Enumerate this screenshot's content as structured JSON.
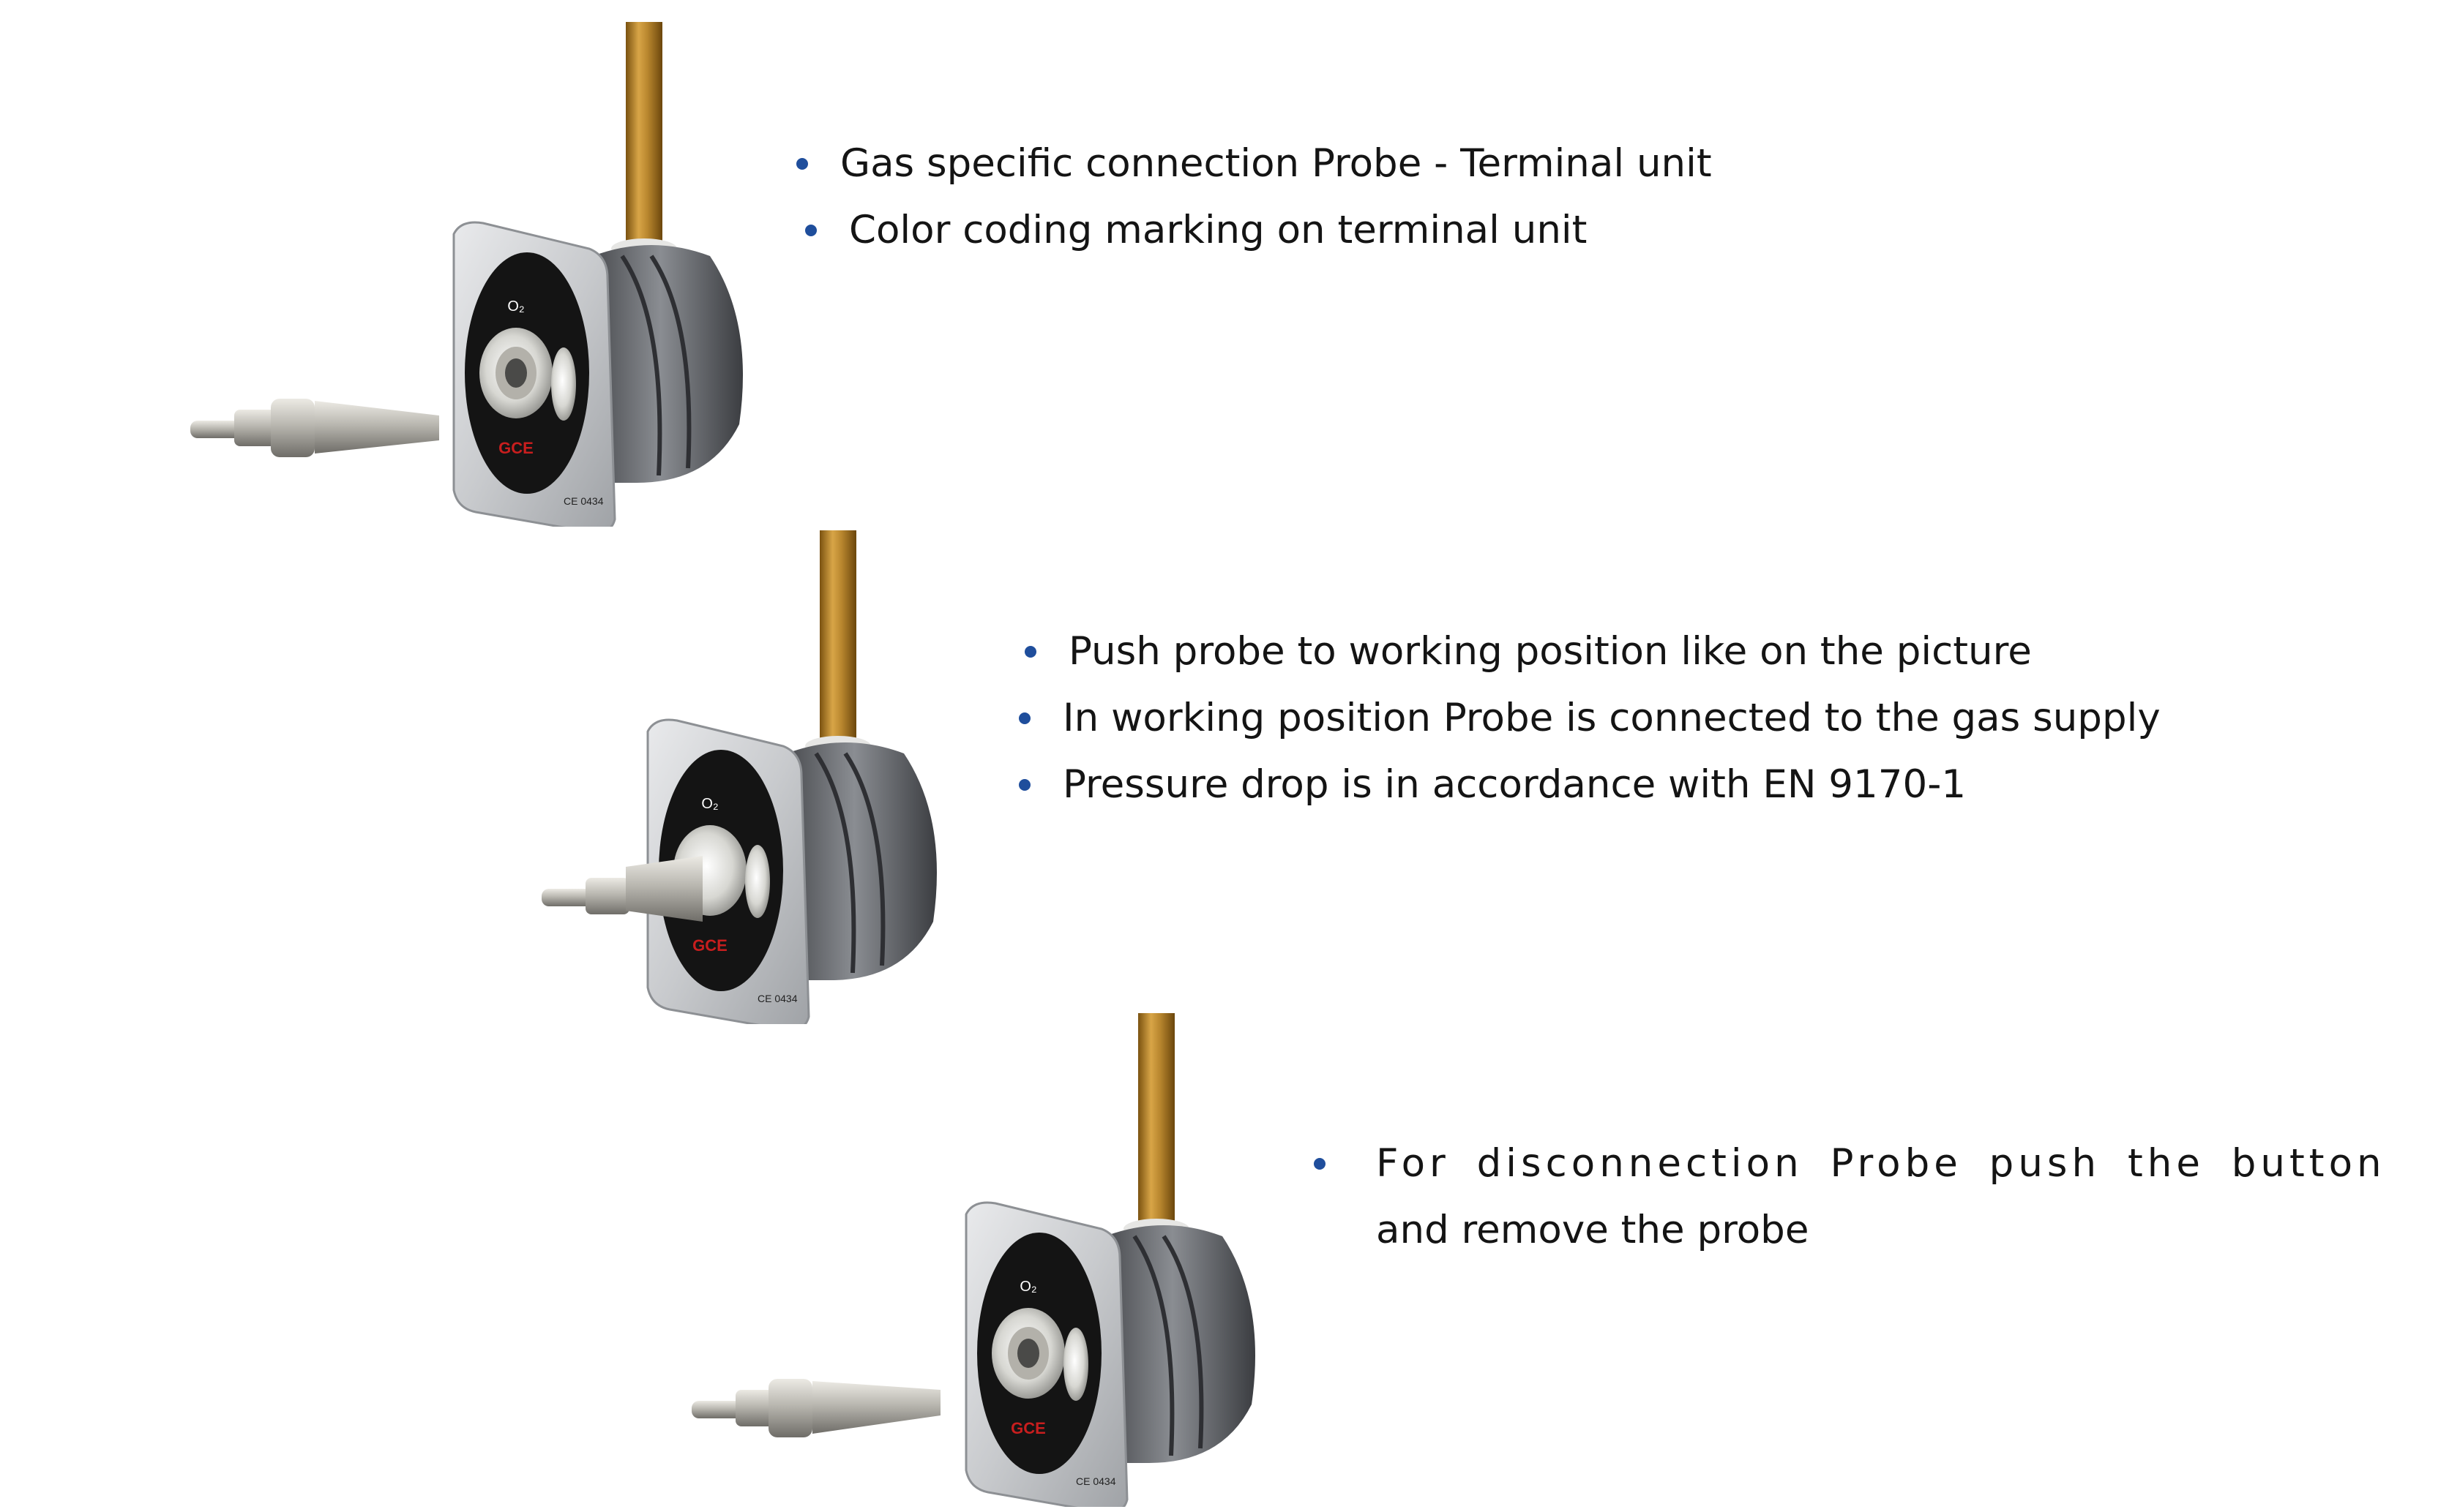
{
  "sections": [
    {
      "bullets": [
        "Gas specific connection Probe - Terminal unit",
        "Color coding marking on terminal unit"
      ]
    },
    {
      "bullets": [
        "Push probe to working position like on the picture",
        "In working position Probe is connected to the gas supply",
        "Pressure drop is in accordance with EN 9170-1"
      ]
    },
    {
      "bullets": [
        "For disconnection Probe push the button",
        "and remove the probe"
      ]
    }
  ],
  "terminal_unit": {
    "gas_label": "O₂",
    "brand_mark": "GCE",
    "certification": "CE 0434"
  },
  "colors": {
    "bullet": "#1f4e9c",
    "pipe": "#b8862e",
    "brand": "#c81e1e"
  }
}
